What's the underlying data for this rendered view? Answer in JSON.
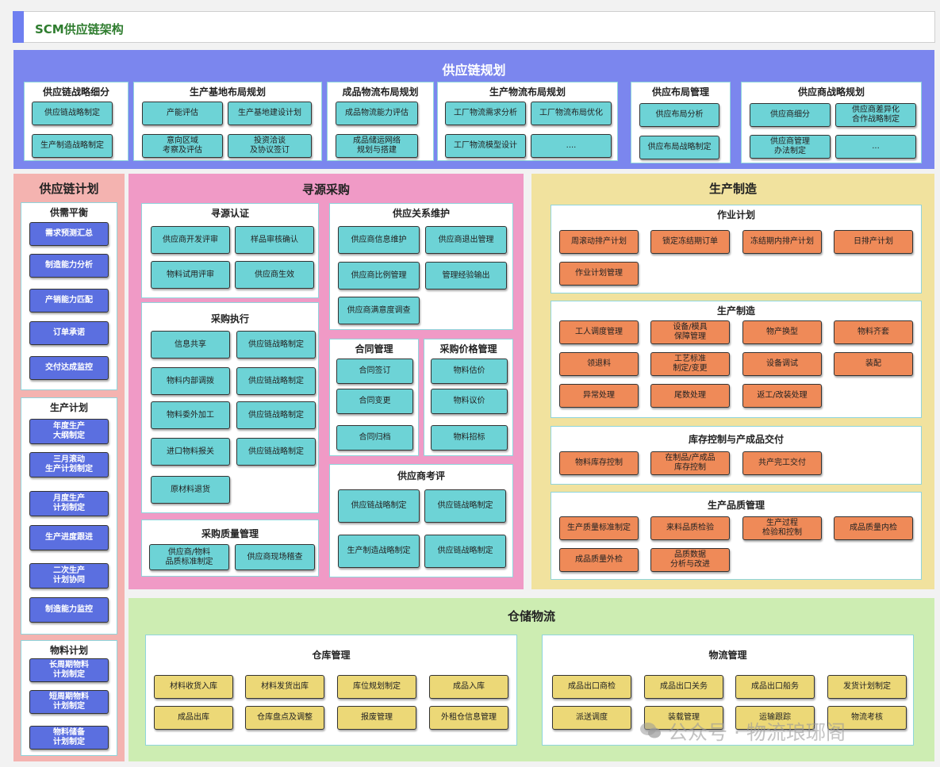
{
  "header": {
    "title": "SCM供应链架构"
  },
  "watermark": {
    "text": "公众号 · 物流琅琊阁"
  },
  "planning": {
    "title": "供应链规划",
    "cards": {
      "c1": {
        "title": "供应链战略细分",
        "b": [
          "供应链战略制定",
          "生产制造战略制定"
        ]
      },
      "c2": {
        "title": "生产基地布局规划",
        "b": [
          "产能评估",
          "生产基地建设计划",
          "意向区域\n考察及评估",
          "投资洽谈\n及协议签订"
        ]
      },
      "c3": {
        "title": "成品物流布局规划",
        "b": [
          "成品物流能力评估",
          "成品储运网络\n规划与搭建"
        ]
      },
      "c4": {
        "title": "生产物流布局规划",
        "b": [
          "工厂物流需求分析",
          "工厂物流布局优化",
          "工厂物流模型设计",
          "...."
        ]
      },
      "c5": {
        "title": "供应布局管理",
        "b": [
          "供应布局分析",
          "供应布局战略制定"
        ]
      },
      "c6": {
        "title": "供应商战略规划",
        "b": [
          "供应商细分",
          "供应商差异化\n合作战略制定",
          "供应商管理\n办法制定",
          "..."
        ]
      }
    }
  },
  "plan": {
    "title": "供应链计划",
    "g1": {
      "title": "供需平衡",
      "b": [
        "需求预测汇总",
        "制造能力分析",
        "产销能力匹配",
        "订单承诺",
        "交付达成监控"
      ]
    },
    "g2": {
      "title": "生产计划",
      "b": [
        "年度生产\n大纲制定",
        "三月滚动\n生产计划制定",
        "月度生产\n计划制定",
        "生产进度跟进",
        "二次生产\n计划协同",
        "制造能力监控"
      ]
    },
    "g3": {
      "title": "物料计划",
      "b": [
        "长周期物料\n计划制定",
        "短周期物料\n计划制定",
        "物料储备\n计划制定"
      ]
    }
  },
  "sourcing": {
    "title": "寻源采购",
    "s1": {
      "title": "寻源认证",
      "b": [
        "供应商开发评审",
        "样品审核确认",
        "物料试用评审",
        "供应商生效"
      ]
    },
    "s2": {
      "title": "供应关系维护",
      "b": [
        "供应商信息维护",
        "供应商退出管理",
        "供应商比例管理",
        "管理经验输出",
        "供应商满意度调查"
      ]
    },
    "s3": {
      "title": "采购执行",
      "b": [
        "信息共享",
        "供应链战略制定",
        "物料内部调拨",
        "供应链战略制定",
        "物料委外加工",
        "供应链战略制定",
        "进口物料报关",
        "供应链战略制定",
        "原材料退货"
      ]
    },
    "s4": {
      "title": "合同管理",
      "b": [
        "合同签订",
        "合同变更",
        "合同归档"
      ]
    },
    "s5": {
      "title": "采购价格管理",
      "b": [
        "物料估价",
        "物料议价",
        "物料招标"
      ]
    },
    "s6": {
      "title": "供应商考评",
      "b": [
        "供应链战略制定",
        "供应链战略制定",
        "生产制造战略制定",
        "供应链战略制定"
      ]
    },
    "s7": {
      "title": "采购质量管理",
      "b": [
        "供应商/物料\n品质标准制定",
        "供应商现场稽查"
      ]
    }
  },
  "manufacturing": {
    "title": "生产制造",
    "m1": {
      "title": "作业计划",
      "b": [
        "周滚动排产计划",
        "锁定冻结期订单",
        "冻结期内排产计划",
        "日排产计划",
        "作业计划管理"
      ]
    },
    "m2": {
      "title": "生产制造",
      "b": [
        "工人调度管理",
        "设备/模具\n保障管理",
        "物产换型",
        "物料齐套",
        "领退料",
        "工艺标准\n制定/变更",
        "设备调试",
        "装配",
        "异常处理",
        "尾数处理",
        "返工/改装处理"
      ]
    },
    "m3": {
      "title": "库存控制与产成品交付",
      "b": [
        "物料库存控制",
        "在制品/产成品\n库存控制",
        "共产完工交付"
      ]
    },
    "m4": {
      "title": "生产品质管理",
      "b": [
        "生产质量标准制定",
        "来料品质检验",
        "生产过程\n检验和控制",
        "成品质量内检",
        "成品质量外检",
        "品质数据\n分析与改进"
      ]
    }
  },
  "warehouse": {
    "title": "仓储物流",
    "w1": {
      "title": "仓库管理",
      "b": [
        "材料收货入库",
        "材料发货出库",
        "库位规划制定",
        "成品入库",
        "成品出库",
        "仓库盘点及调整",
        "报废管理",
        "外租仓信息管理"
      ]
    },
    "w2": {
      "title": "物流管理",
      "b": [
        "成品出口商检",
        "成品出口关务",
        "成品出口船务",
        "发货计划制定",
        "派送调度",
        "装载管理",
        "运输跟踪",
        "物流考核"
      ]
    }
  },
  "colors": {
    "planning_bg": "#7b86ee",
    "plan_bg": "#f4b3b0",
    "sourcing_bg": "#f09ac6",
    "mfg_bg": "#f1e29e",
    "warehouse_bg": "#cdedb2",
    "teal": "#6dd3d6",
    "blue": "#5b6fe0",
    "orange": "#ef8a58",
    "yellow": "#ecd877"
  }
}
